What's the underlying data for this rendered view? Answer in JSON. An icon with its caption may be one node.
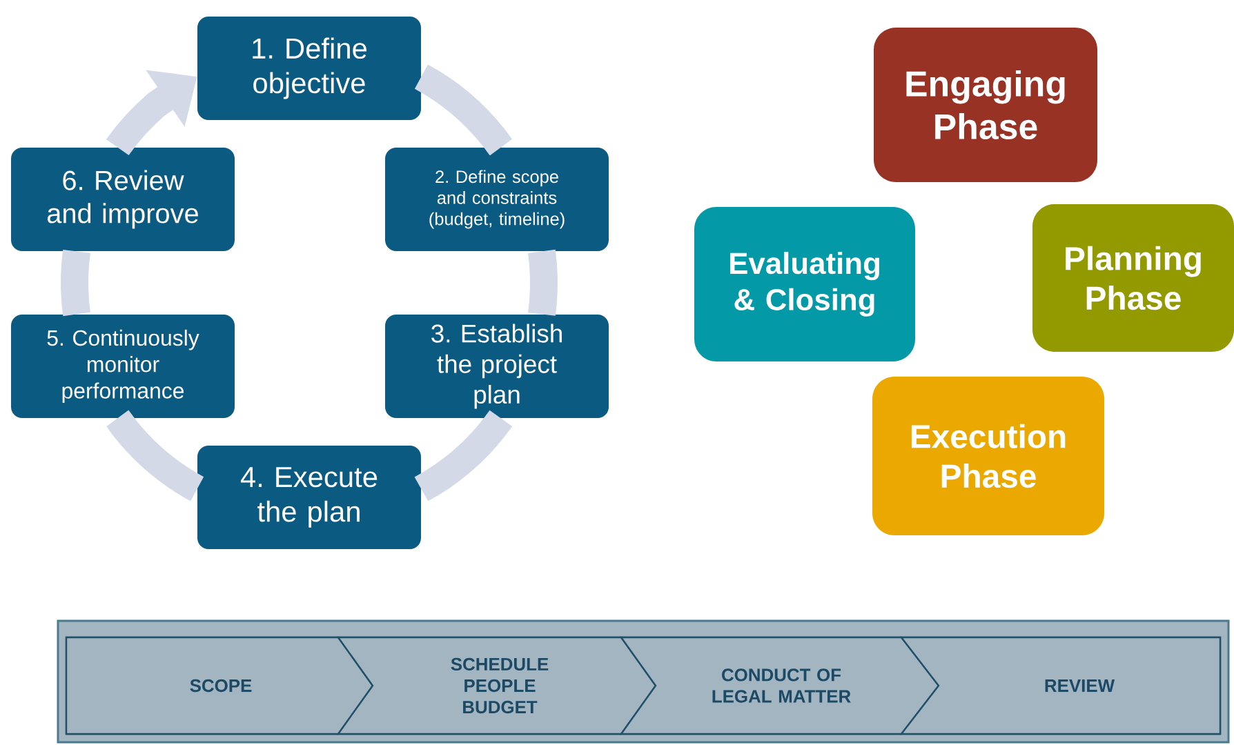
{
  "diagram": {
    "nodes": [
      {
        "text": [
          "1. Define objective"
        ]
      },
      {
        "text": [
          "2. Define scope and constraints (budget, timeline)"
        ]
      },
      {
        "text": [
          "3. Establish the project plan"
        ]
      },
      {
        "text": [
          "4. Execute the plan"
        ]
      },
      {
        "text": [
          "5. Continuously monitor performance"
        ]
      },
      {
        "text": [
          "6. Review and improve"
        ]
      },
      {
        "text": [
          "Engaging Phase"
        ]
      },
      {
        "text": [
          "Evaluating & Closing"
        ]
      },
      {
        "text": [
          "Planning Phase"
        ]
      },
      {
        "text": [
          "Execution Phase"
        ]
      },
      {
        "text": [],
        "shape": "box"
      },
      {
        "text": [
          "SCOPE"
        ],
        "in": 10
      },
      {
        "text": [
          "SCHEDULE PEOPLE BUDGET"
        ],
        "in": 10
      },
      {
        "text": [
          "CONDUCT OF LEGAL MATTER"
        ],
        "in": 10
      },
      {
        "text": [
          "REVIEW"
        ],
        "in": 10
      }
    ],
    "edges": [
      {
        "from": 0,
        "to": 1,
        "arrow": "none"
      },
      {
        "from": 1,
        "to": 2,
        "arrow": "none"
      },
      {
        "from": 2,
        "to": 3,
        "arrow": "none"
      },
      {
        "from": 3,
        "to": 4,
        "arrow": "none"
      },
      {
        "from": 4,
        "to": 5,
        "arrow": "none"
      },
      {
        "from": 5,
        "to": 0,
        "arrow": "to"
      }
    ]
  }
}
